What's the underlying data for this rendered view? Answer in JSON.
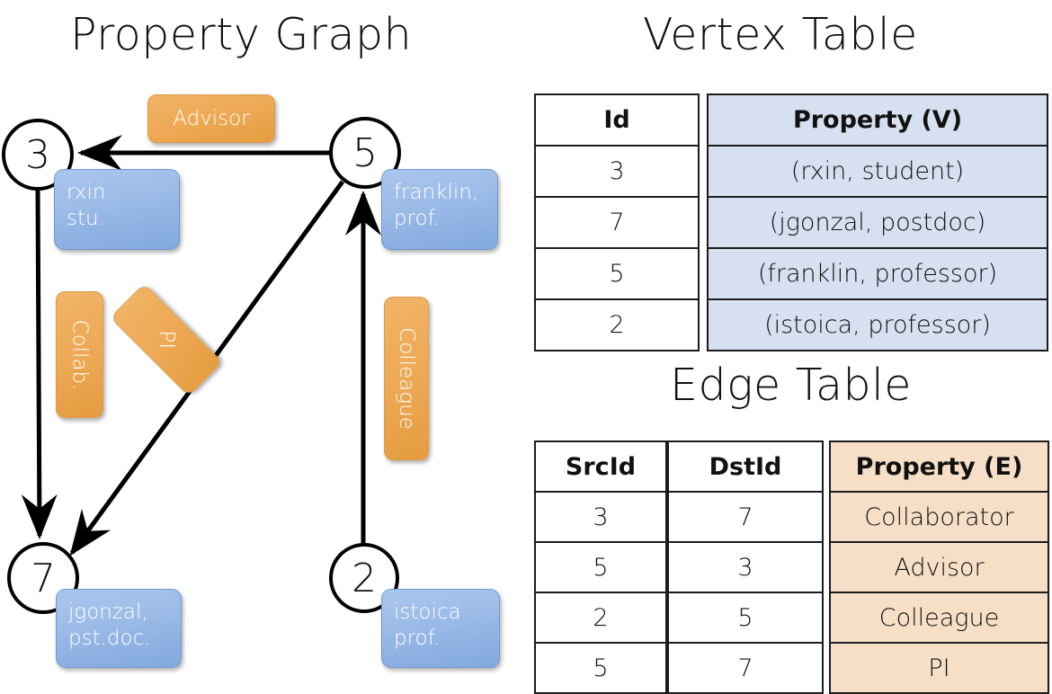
{
  "titles": {
    "property_graph": "Property Graph",
    "vertex_table": "Vertex Table",
    "edge_table": "Edge Table"
  },
  "colors": {
    "vertex_box_fill": "#9dbce8",
    "vertex_box_border": "#6f98cf",
    "edge_box_fill": "#eeaa57",
    "edge_box_border": "#dd9c4a",
    "vertex_table_prop_fill": "#d6e0f0",
    "edge_table_prop_fill": "#f6dfc6",
    "stroke": "#000000",
    "background": "#ffffff"
  },
  "graph": {
    "nodes": [
      {
        "id": "3",
        "label": "3",
        "property_lines": [
          "rxin",
          "stu."
        ]
      },
      {
        "id": "5",
        "label": "5",
        "property_lines": [
          "franklin,",
          "prof."
        ]
      },
      {
        "id": "7",
        "label": "7",
        "property_lines": [
          "jgonzal,",
          "pst.doc."
        ]
      },
      {
        "id": "2",
        "label": "2",
        "property_lines": [
          "istoica",
          "prof."
        ]
      }
    ],
    "edge_labels": [
      {
        "name": "advisor",
        "text": "Advisor",
        "orientation": "horizontal"
      },
      {
        "name": "collab",
        "text": "Collab.",
        "orientation": "vertical"
      },
      {
        "name": "pi",
        "text": "PI",
        "orientation": "diagonal"
      },
      {
        "name": "colleague",
        "text": "Colleague",
        "orientation": "vertical"
      }
    ],
    "edges": [
      {
        "src": "5",
        "dst": "3",
        "label": "Advisor"
      },
      {
        "src": "3",
        "dst": "7",
        "label": "Collab."
      },
      {
        "src": "5",
        "dst": "7",
        "label": "PI"
      },
      {
        "src": "2",
        "dst": "5",
        "label": "Colleague"
      }
    ]
  },
  "vertex_table": {
    "headers": [
      "Id",
      "Property (V)"
    ],
    "rows": [
      {
        "id": "3",
        "property": "(rxin, student)"
      },
      {
        "id": "7",
        "property": "(jgonzal, postdoc)"
      },
      {
        "id": "5",
        "property": "(franklin, professor)"
      },
      {
        "id": "2",
        "property": "(istoica, professor)"
      }
    ]
  },
  "edge_table": {
    "headers": [
      "SrcId",
      "DstId",
      "Property (E)"
    ],
    "rows": [
      {
        "src": "3",
        "dst": "7",
        "property": "Collaborator"
      },
      {
        "src": "5",
        "dst": "3",
        "property": "Advisor"
      },
      {
        "src": "2",
        "dst": "5",
        "property": "Colleague"
      },
      {
        "src": "5",
        "dst": "7",
        "property": "PI"
      }
    ]
  }
}
